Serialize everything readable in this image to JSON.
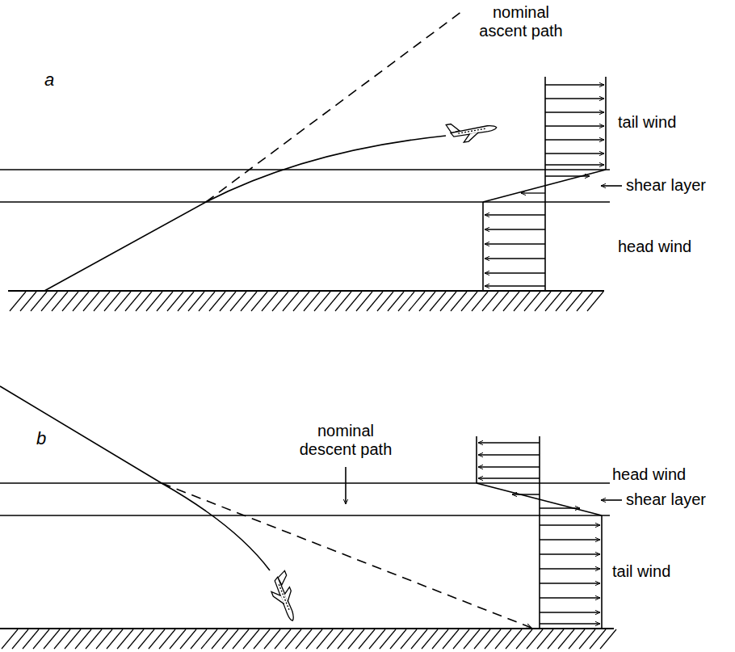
{
  "diagram": {
    "labels": [
      "a",
      "nominal ascent path",
      "tail wind",
      "shear layer",
      "head wind",
      "b",
      "nominal descent path",
      "head wind",
      "shear layer",
      "tail wind"
    ]
  }
}
